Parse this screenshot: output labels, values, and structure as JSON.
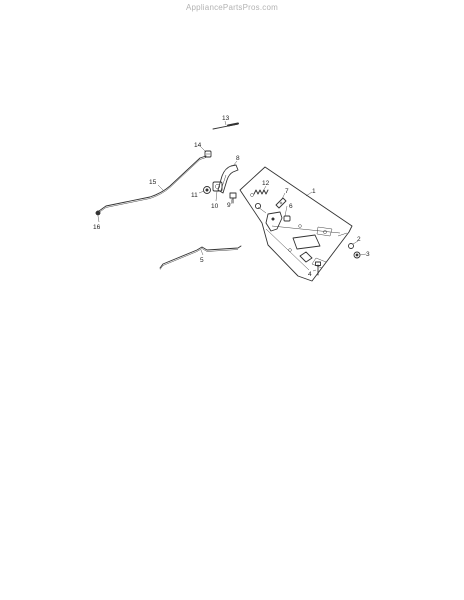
{
  "header": {
    "watermark": "AppliancePartsPros.com"
  },
  "callouts": [
    "1",
    "2",
    "3",
    "4",
    "5",
    "6",
    "7",
    "8",
    "9",
    "10",
    "11",
    "12",
    "13",
    "14",
    "15",
    "16"
  ],
  "colors": {
    "line": "#333333",
    "watermark": "#b3b3b3",
    "background": "#ffffff"
  }
}
